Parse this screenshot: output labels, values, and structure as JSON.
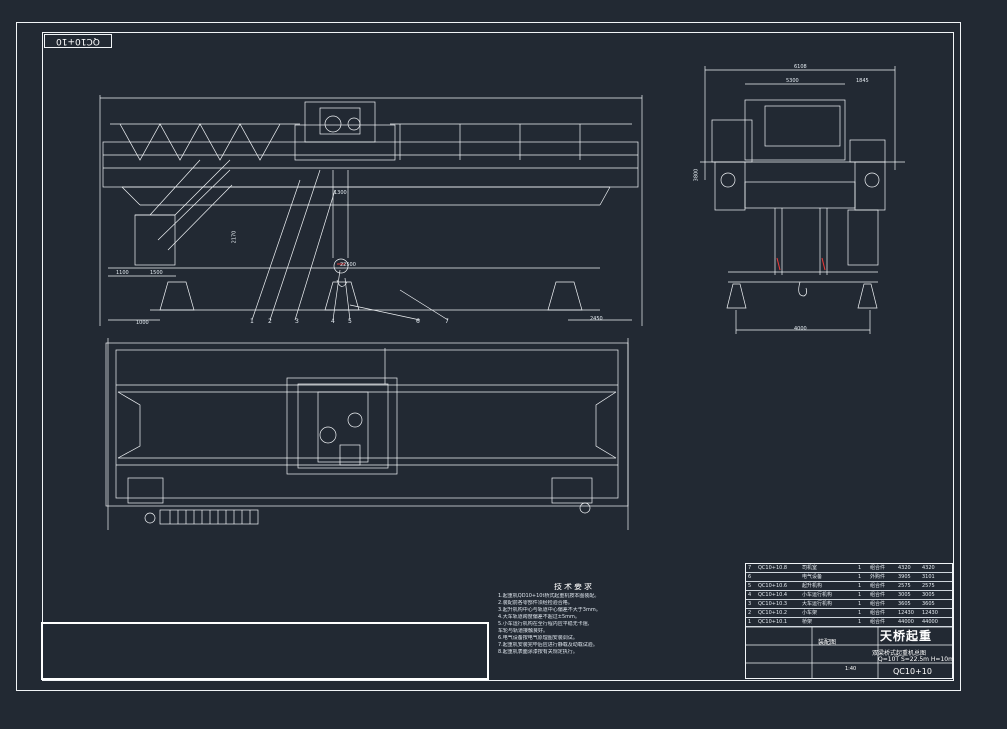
{
  "drawing_number": "QC10+10",
  "company": "天桥起重",
  "title_block": {
    "title_line1": "双梁桥式起重机总图",
    "title_line2": "Q=10T  S=22.5m  H=10m",
    "drawing_code": "QC10+10",
    "assembly_label": "装配图",
    "scale": "1:40"
  },
  "technical_requirements": {
    "heading": "技术要求",
    "items": [
      "1.起重机QD10+10t桥式起重机按本图装配。",
      "2.装配前各零部件须经检验合格。",
      "3.起升机构中心与轨道中心偏差不大于3mm。",
      "4.大车轨道跨度偏差不超过±5mm。",
      "5.小车运行机构在全行程内应平稳无卡阻,",
      "  车轮与轨道接触良好。",
      "6.电气设备按电气原理图安装调试。",
      "7.起重机安装完毕后应进行静载及动载试验。",
      "8.起重机表面涂漆按有关规定执行。"
    ]
  },
  "bom": [
    {
      "no": "7",
      "code": "QC10+10.8",
      "name": "司机室",
      "qty": "1",
      "material": "组合件",
      "w1": "4320",
      "w2": "4320"
    },
    {
      "no": "6",
      "code": "",
      "name": "电气设备",
      "qty": "1",
      "material": "外购件",
      "w1": "3905",
      "w2": "3101"
    },
    {
      "no": "5",
      "code": "QC10+10.6",
      "name": "起升机构",
      "qty": "1",
      "material": "组合件",
      "w1": "2575",
      "w2": "2575"
    },
    {
      "no": "4",
      "code": "QC10+10.4",
      "name": "小车运行机构",
      "qty": "1",
      "material": "组合件",
      "w1": "3005",
      "w2": "3005"
    },
    {
      "no": "3",
      "code": "QC10+10.3",
      "name": "大车运行机构",
      "qty": "1",
      "material": "组合件",
      "w1": "3605",
      "w2": "3605"
    },
    {
      "no": "2",
      "code": "QC10+10.2",
      "name": "小车架",
      "qty": "1",
      "material": "组合件",
      "w1": "12430",
      "w2": "12430"
    },
    {
      "no": "1",
      "code": "QC10+10.1",
      "name": "桥架",
      "qty": "1",
      "material": "组合件",
      "w1": "44000",
      "w2": "44000"
    }
  ],
  "dimensions": {
    "span": "22500",
    "d1100": "1100",
    "d1500": "1500",
    "d1000": "1000",
    "d2170": "2170",
    "d1300": "1300",
    "d2450": "2450",
    "d6108": "6108",
    "d5300": "5300",
    "d1845": "1845",
    "d3800": "3800",
    "d4000": "4000"
  },
  "balloons": [
    "1",
    "2",
    "3",
    "4",
    "5",
    "6",
    "7"
  ],
  "colors": {
    "background": "#222933",
    "line": "#f1f4f7",
    "accent": "#e83a3a"
  }
}
